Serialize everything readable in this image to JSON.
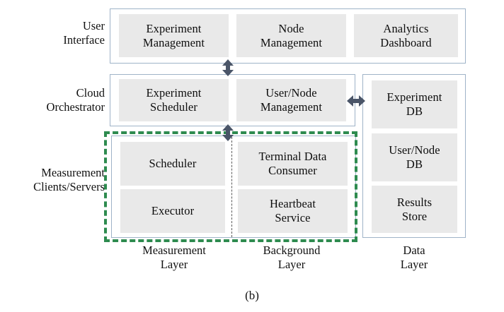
{
  "figure": {
    "caption": "(b)",
    "colors": {
      "chip_fill": "#e9e9e9",
      "box_stroke": "#9fb3c8",
      "group_highlight": "#2e8b4f",
      "arrow": "#4a5568",
      "divider": "#5a5a5a",
      "text": "#0d0d0d",
      "background": "#ffffff"
    }
  },
  "row_labels": {
    "user_interface": "User\nInterface",
    "cloud_orchestrator": "Cloud\nOrchestrator",
    "measurement_clients": "Measurement\nClients/Servers"
  },
  "tiers": [
    {
      "id": "user-interface",
      "label": "User\nInterface",
      "components": [
        {
          "id": "experiment-management",
          "label": "Experiment\nManagement"
        },
        {
          "id": "node-management",
          "label": "Node\nManagement"
        },
        {
          "id": "analytics-dashboard",
          "label": "Analytics\nDashboard"
        }
      ]
    },
    {
      "id": "cloud-orchestrator",
      "label": "Cloud\nOrchestrator",
      "components": [
        {
          "id": "experiment-scheduler",
          "label": "Experiment\nScheduler"
        },
        {
          "id": "user-node-management",
          "label": "User/Node\nManagement"
        }
      ]
    },
    {
      "id": "measurement-clients-servers",
      "label": "Measurement\nClients/Servers",
      "components": [
        {
          "id": "scheduler",
          "label": "Scheduler"
        },
        {
          "id": "terminal-data-consumer",
          "label": "Terminal Data\nConsumer"
        },
        {
          "id": "executor",
          "label": "Executor"
        },
        {
          "id": "heartbeat-service",
          "label": "Heartbeat\nService"
        }
      ]
    },
    {
      "id": "data-layer",
      "label": "Data\nLayer",
      "components": [
        {
          "id": "experiment-db",
          "label": "Experiment\nDB"
        },
        {
          "id": "user-node-db",
          "label": "User/Node\nDB"
        },
        {
          "id": "results-store",
          "label": "Results\nStore"
        }
      ]
    }
  ],
  "layer_captions": {
    "measurement": "Measurement\nLayer",
    "background": "Background\nLayer",
    "data": "Data\nLayer"
  },
  "connectors": [
    {
      "id": "ui-cloud",
      "type": "double-arrow-vertical"
    },
    {
      "id": "cloud-measurement",
      "type": "double-arrow-vertical"
    },
    {
      "id": "cloud-data",
      "type": "double-arrow-horizontal"
    }
  ],
  "group_highlight": {
    "id": "measurement-background-group",
    "style": "dashed",
    "color": "#2e8b4f"
  }
}
